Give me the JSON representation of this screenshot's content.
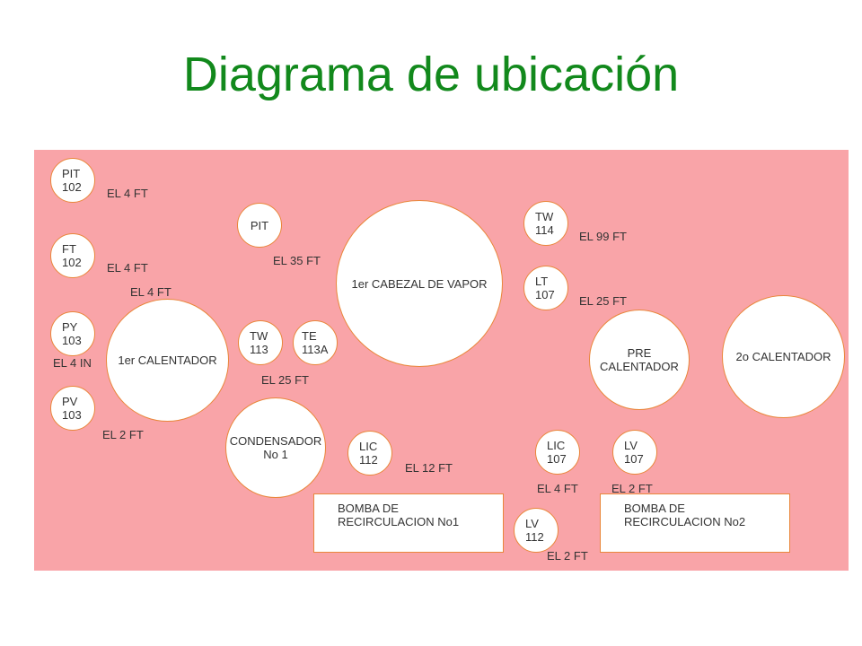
{
  "title": "Diagrama de ubicación",
  "nodes": {
    "pit102": [
      "PIT",
      "102"
    ],
    "ft102": [
      "FT",
      "102"
    ],
    "py103": [
      "PY",
      "103"
    ],
    "pv103": [
      "PV",
      "103"
    ],
    "pit": [
      "PIT"
    ],
    "tw113": [
      "TW",
      "113"
    ],
    "te113a": [
      "TE",
      "113A"
    ],
    "cal1": [
      "1er CALENTADOR"
    ],
    "condensador": [
      "CONDENSADOR",
      "No 1"
    ],
    "lic112": [
      "LIC",
      "112"
    ],
    "cabezal": [
      "1er CABEZAL DE VAPOR"
    ],
    "tw114": [
      "TW",
      "114"
    ],
    "lt107": [
      "LT",
      "107"
    ],
    "precal": [
      "PRE",
      "CALENTADOR"
    ],
    "cal2": [
      "2o CALENTADOR"
    ],
    "lic107": [
      "LIC",
      "107"
    ],
    "lv107": [
      "LV",
      "107"
    ],
    "lv112": [
      "LV",
      "112"
    ]
  },
  "boxes": {
    "bomba1": [
      "BOMBA DE",
      "RECIRCULACION No1"
    ],
    "bomba2": [
      "BOMBA DE",
      "RECIRCULACION No2"
    ]
  },
  "labels": {
    "el4ft_a": "EL 4 FT",
    "el4ft_b": "EL 4 FT",
    "el4ft_c": "EL 4 FT",
    "el4in": "EL 4 IN",
    "el2ft_a": "EL 2 FT",
    "el35ft": "EL 35 FT",
    "el25ft_a": "EL 25 FT",
    "el12ft": "EL 12 FT",
    "el99ft": "EL 99 FT",
    "el25ft_b": "EL 25 FT",
    "el4ft_d": "EL 4 FT",
    "el2ft_b": "EL 2 FT",
    "el2ft_c": "EL 2 FT"
  },
  "colors": {
    "title": "#12891c",
    "panel": "#f9a4a8",
    "outline": "#e9863a"
  }
}
